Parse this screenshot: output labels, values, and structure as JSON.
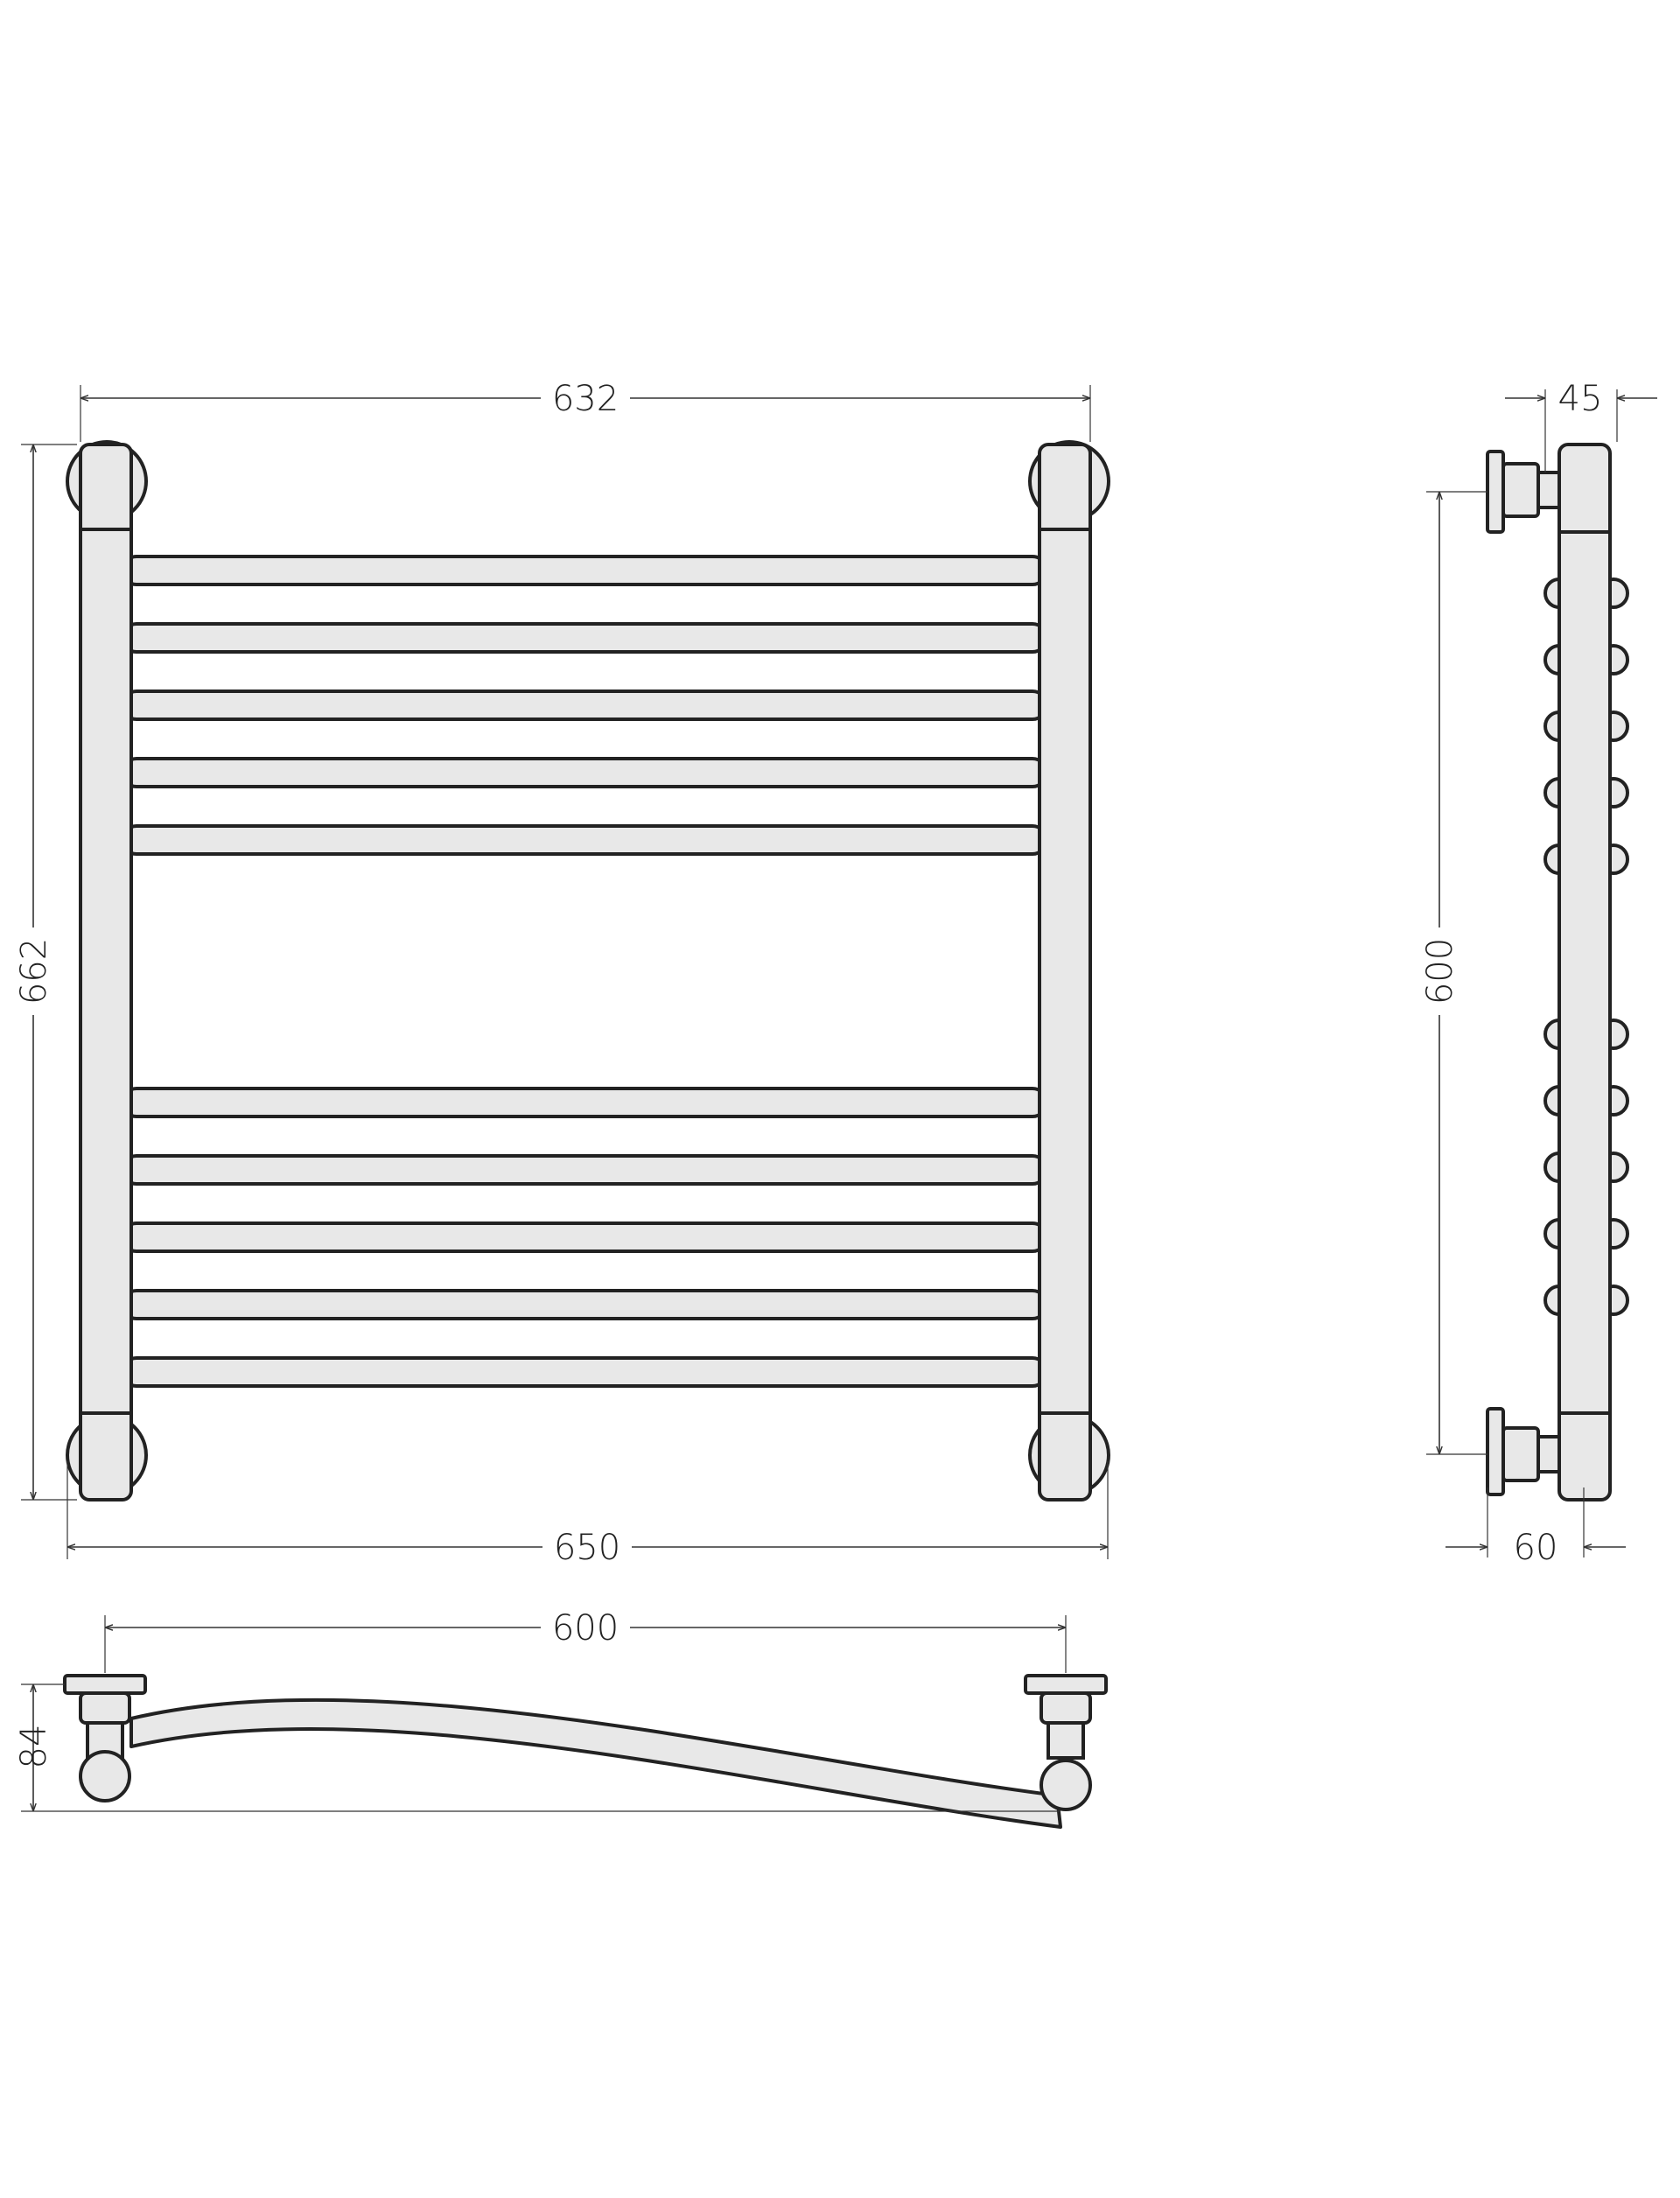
{
  "colors": {
    "line": "#222222",
    "fill": "#e8e8e8",
    "background": "#ffffff"
  },
  "dimensions": {
    "front_width_centers": "632",
    "front_height": "662",
    "front_overall_width": "650",
    "side_depth_top": "45",
    "side_connection_spacing": "600",
    "side_wall_distance": "60",
    "top_connection_spacing": "600",
    "top_depth": "84"
  }
}
